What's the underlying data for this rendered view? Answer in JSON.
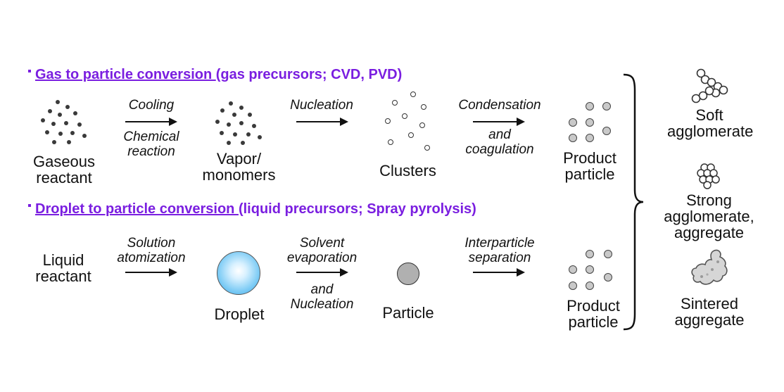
{
  "gas": {
    "header_main": "Gas to particle conversion ",
    "header_rest": "(gas precursors; CVD, PVD)",
    "gaseous_reactant": [
      "Gaseous",
      "reactant"
    ],
    "cooling": "Cooling",
    "chemical_reaction": [
      "Chemical",
      "reaction"
    ],
    "vapor_monomers": [
      "Vapor/",
      "monomers"
    ],
    "nucleation": "Nucleation",
    "clusters": "Clusters",
    "condensation": "Condensation",
    "and_coagulation": [
      "and",
      "coagulation"
    ],
    "product_particle": [
      "Product",
      "particle"
    ]
  },
  "droplet": {
    "header_main": "Droplet  to particle conversion ",
    "header_rest": "(liquid precursors; Spray pyrolysis)",
    "liquid_reactant": [
      "Liquid",
      "reactant"
    ],
    "solution_atomization": [
      "Solution",
      "atomization"
    ],
    "droplet": "Droplet",
    "solvent_evaporation": [
      "Solvent",
      "evaporation"
    ],
    "and_nucleation": [
      "and",
      "Nucleation"
    ],
    "particle": "Particle",
    "interparticle_separation": [
      "Interparticle",
      "separation"
    ],
    "product_particle": [
      "Product",
      "particle"
    ]
  },
  "outcomes": {
    "soft": [
      "Soft",
      "agglomerate"
    ],
    "strong": [
      "Strong",
      "agglomerate,",
      "aggregate"
    ],
    "sintered": [
      "Sintered",
      "aggregate"
    ]
  }
}
